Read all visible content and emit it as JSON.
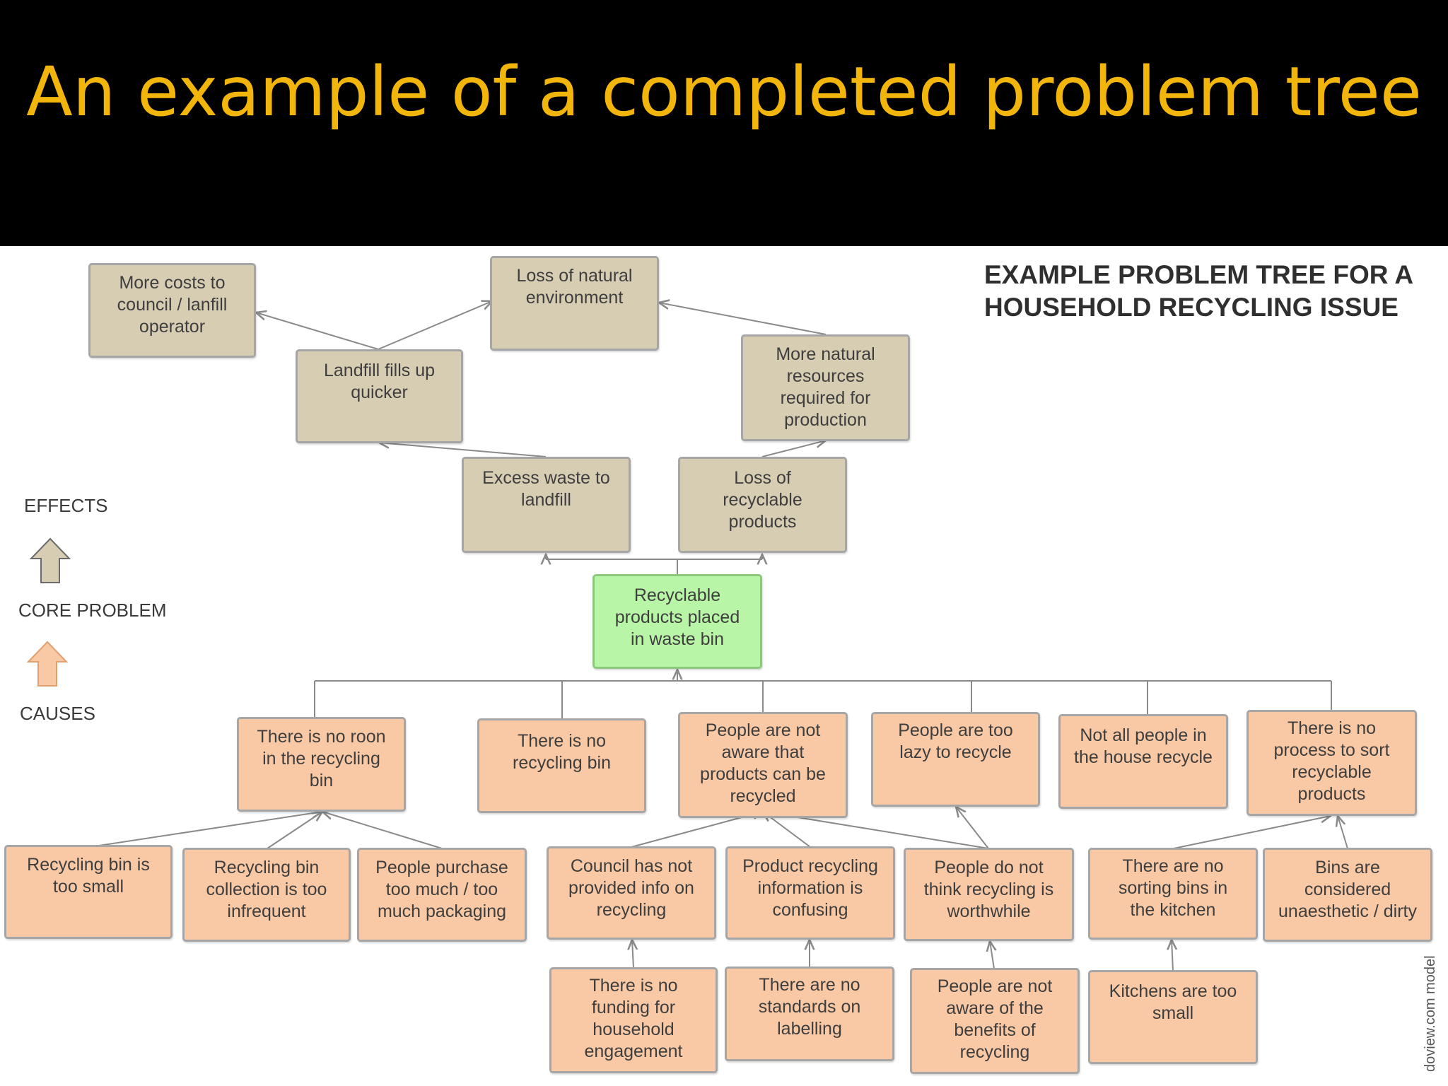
{
  "slide": {
    "title": "An example of a completed problem tree"
  },
  "diagram": {
    "title_line1": "EXAMPLE PROBLEM TREE FOR A",
    "title_line2": "HOUSEHOLD RECYCLING ISSUE",
    "credit": "doview.com model"
  },
  "legend": {
    "effects": "EFFECTS",
    "core": "CORE PROBLEM",
    "causes": "CAUSES",
    "effects_color": "#d7cdb3",
    "causes_color": "#f9c9a5"
  },
  "colors": {
    "title": "#f2b50b",
    "header_bg": "#000000",
    "effect_box": "#d7cdb3",
    "cause_box": "#f9c9a5",
    "core_box": "#b9f5a6"
  },
  "nodes": {
    "more_costs": "More costs to\ncouncil / lanfill\noperator",
    "loss_natural_env": "Loss of natural\nenvironment",
    "landfill_fills": "Landfill fills up\nquicker",
    "more_resources": "More natural\nresources\nrequired for\nproduction",
    "excess_waste": "Excess waste to\nlandfill",
    "loss_recyclable": "Loss of\nrecyclable\nproducts",
    "core": "Recyclable\nproducts placed\nin waste bin",
    "no_room": "There is no roon\nin the recycling\nbin",
    "no_bin": "There is no\nrecycling bin",
    "not_aware": "People are not\naware that\nproducts can be\nrecycled",
    "too_lazy": "People are too\nlazy to recycle",
    "not_all": "Not all people in\nthe house recycle",
    "no_process": "There is no\nprocess to sort\nrecyclable\nproducts",
    "bin_small": "Recycling bin is\ntoo small",
    "collection_infrequent": "Recycling bin\ncollection is too\ninfrequent",
    "too_much_packaging": "People purchase\ntoo much /  too\nmuch packaging",
    "council_no_info": "Council has not\nprovided info on\nrecycling",
    "info_confusing": "Product recycling\ninformation is\nconfusing",
    "not_worthwhile": "People do not\nthink recycling is\nworthwhile",
    "no_sorting_bins": "There are no\nsorting bins in\nthe kitchen",
    "unaesthetic": "Bins are\nconsidered\nunaesthetic / dirty",
    "no_funding": "There is no\nfunding for\nhousehold\nengagement",
    "no_standards": "There are no\nstandards on\nlabelling",
    "not_aware_benefits": "People are not\naware of the\nbenefits of\nrecycling",
    "kitchens_small": "Kitchens are too\nsmall"
  }
}
